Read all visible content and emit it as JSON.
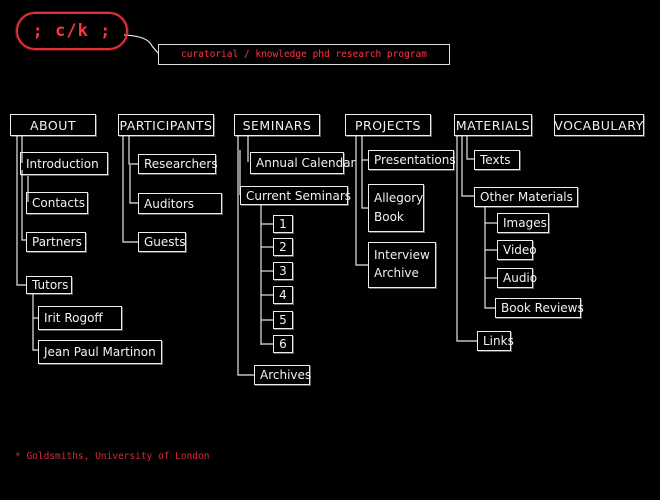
{
  "header": {
    "logo_text": "; c/k ;",
    "tagline": "curatorial / knowledge phd research program",
    "accent_color": "#e0303a"
  },
  "nav": {
    "about": {
      "label": "ABOUT",
      "items": [
        "Introduction",
        "Contacts",
        "Partners"
      ],
      "tutors": {
        "label": "Tutors",
        "items": [
          "Irit Rogoff",
          "Jean Paul Martinon"
        ]
      }
    },
    "participants": {
      "label": "PARTICIPANTS",
      "items": [
        "Researchers",
        "Auditors",
        "Guests"
      ]
    },
    "seminars": {
      "label": "SEMINARS",
      "annual_calendar": "Annual Calendar",
      "current_seminars": {
        "label": "Current Seminars",
        "items": [
          "1",
          "2",
          "3",
          "4",
          "5",
          "6"
        ]
      },
      "archives": "Archives"
    },
    "projects": {
      "label": "PROJECTS",
      "presentations": "Presentations",
      "allegory_book": [
        "Allegory",
        "Book"
      ],
      "interview_archive": [
        "Interview",
        "Archive"
      ]
    },
    "materials": {
      "label": "MATERIALS",
      "texts": "Texts",
      "other_materials": {
        "label": "Other Materials",
        "items": [
          "Images",
          "Video",
          "Audio",
          "Book Reviews"
        ]
      },
      "links": "Links"
    },
    "vocabulary": {
      "label": "VOCABULARY"
    }
  },
  "footer": {
    "text": "* Goldsmiths, University of London"
  }
}
